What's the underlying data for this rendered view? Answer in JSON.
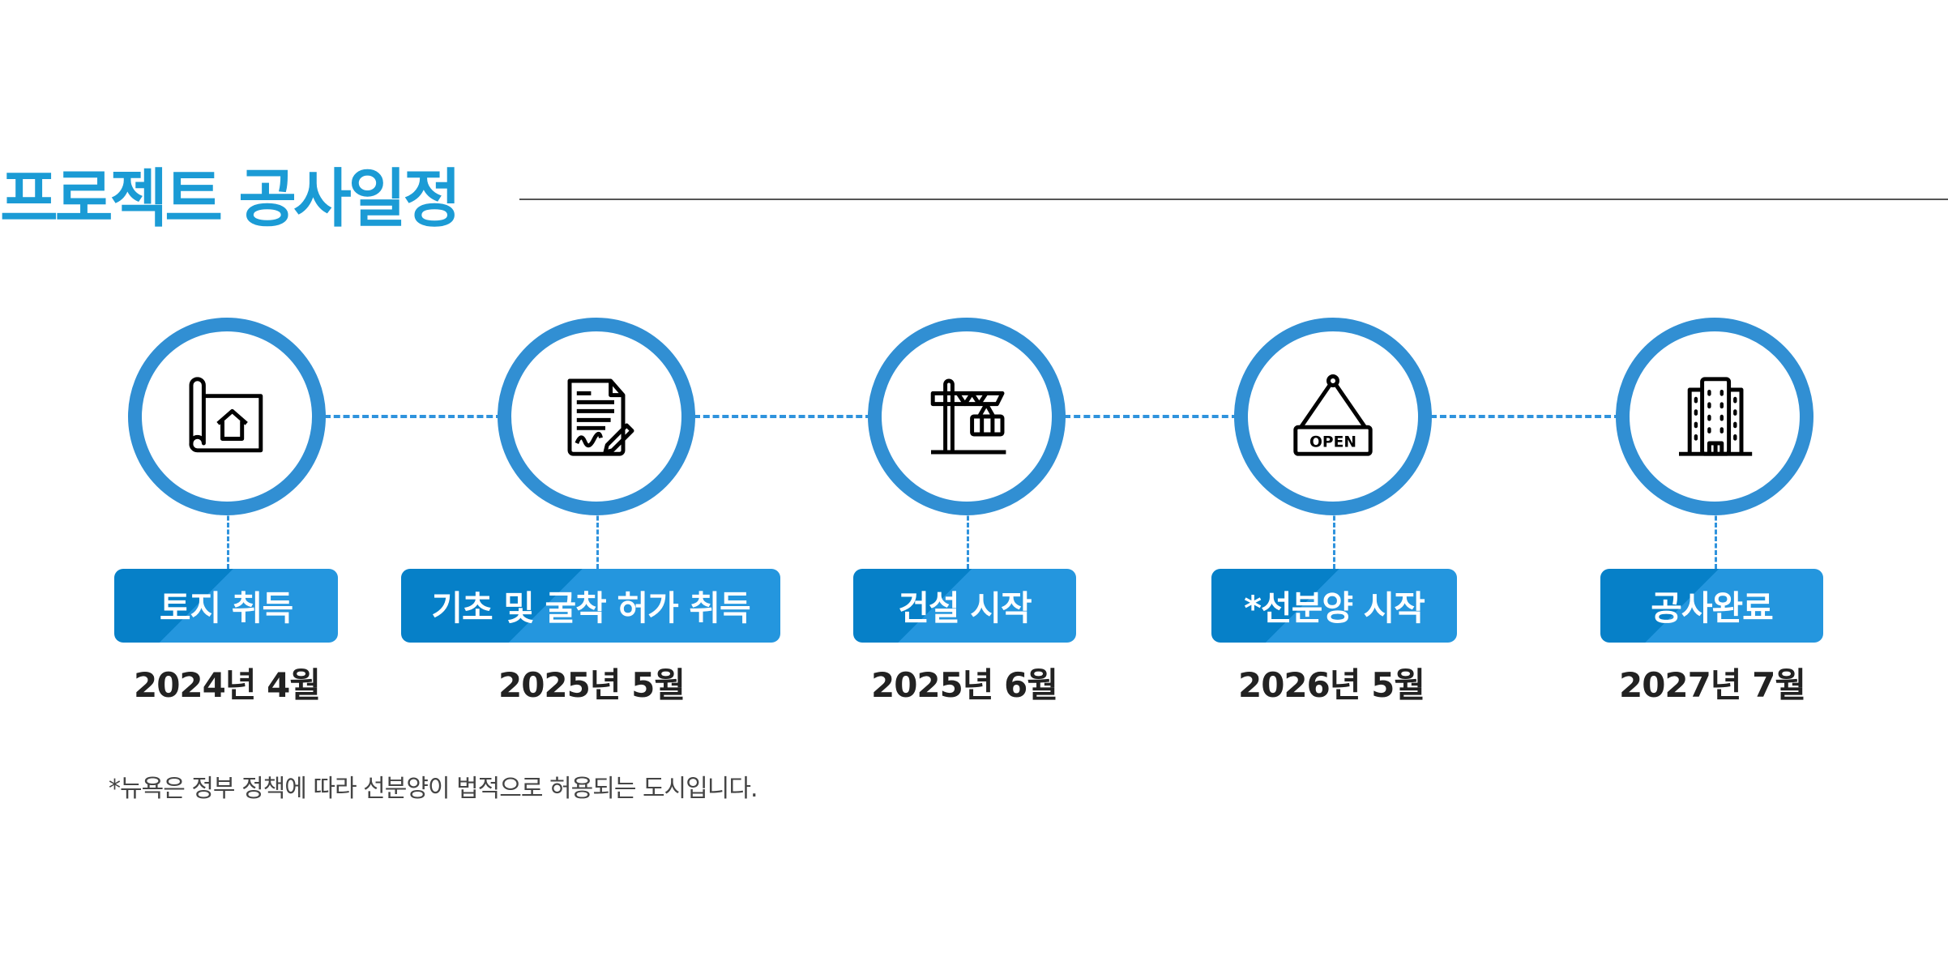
{
  "header": {
    "title": "프로젝트 공사일정"
  },
  "colors": {
    "title": "#1b9bd5",
    "ring": "#318fd3",
    "label_bg": "#0680c8",
    "label_highlight": "#2496de",
    "date_text": "#222222"
  },
  "milestones": [
    {
      "label": "토지 취득",
      "date": "2024년 4월",
      "icon": "blueprint-house-icon"
    },
    {
      "label": "기초 및 굴착 허가 취득",
      "date": "2025년 5월",
      "icon": "signed-document-icon"
    },
    {
      "label": "건설 시작",
      "date": "2025년 6월",
      "icon": "crane-icon"
    },
    {
      "label": "*선분양 시작",
      "date": "2026년 5월",
      "icon": "open-sign-icon",
      "icon_text": "OPEN"
    },
    {
      "label": "공사완료",
      "date": "2027년 7월",
      "icon": "building-icon"
    }
  ],
  "footnote": "*뉴욕은 정부 정책에 따라 선분양이 법적으로 허용되는 도시입니다."
}
